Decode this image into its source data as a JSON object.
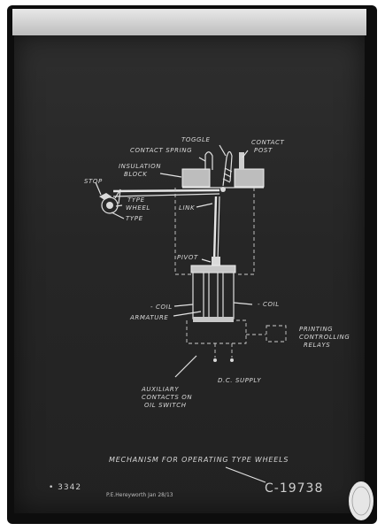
{
  "labels": {
    "toggle": "TOGGLE",
    "contact_spring": "CONTACT SPRING",
    "contact_post_1": "CONTACT",
    "contact_post_2": "POST",
    "insulation_1": "INSULATION",
    "insulation_2": "BLOCK",
    "stop": "STOP",
    "type_wheel_1": "TYPE",
    "type_wheel_2": "WHEEL",
    "type": "TYPE",
    "link": "LINK",
    "pivot": "PIVOT",
    "coil_left": "- COIL",
    "coil_right": "- COIL",
    "armature": "ARMATURE",
    "printing_1": "PRINTING",
    "printing_2": "CONTROLLING",
    "printing_3": "RELAYS",
    "dc_supply": "D.C. SUPPLY",
    "aux_1": "AUXILIARY",
    "aux_2": "CONTACTS ON",
    "aux_3": "OIL SWITCH"
  },
  "caption": "MECHANISM  FOR  OPERATING  TYPE  WHEELS",
  "plate_number": "• 3342",
  "signature": "P.E.Hereyworth   Jan 28/13",
  "drawing_number": "C-19738"
}
